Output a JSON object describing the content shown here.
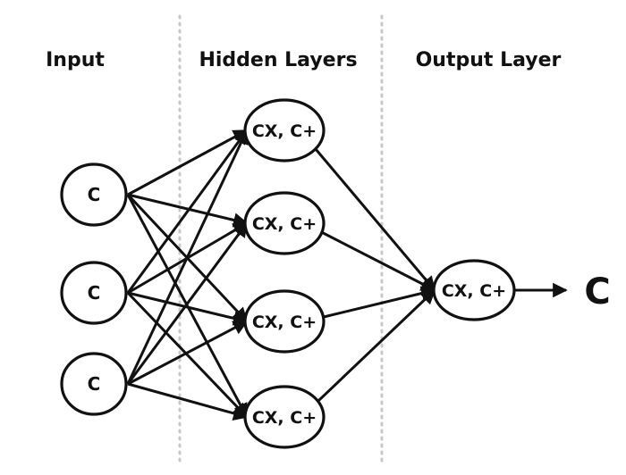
{
  "headers": {
    "input": "Input",
    "hidden": "Hidden Layers",
    "output": "Output Layer"
  },
  "input_nodes": [
    {
      "label": "C"
    },
    {
      "label": "C"
    },
    {
      "label": "C"
    }
  ],
  "hidden_nodes": [
    {
      "label": "CX, C+"
    },
    {
      "label": "CX, C+"
    },
    {
      "label": "CX, C+"
    },
    {
      "label": "CX, C+"
    }
  ],
  "output_node": {
    "label": "CX, C+"
  },
  "final_output": "C",
  "colors": {
    "stroke": "#111111",
    "divider": "#c8c8c8",
    "background": "#ffffff"
  }
}
